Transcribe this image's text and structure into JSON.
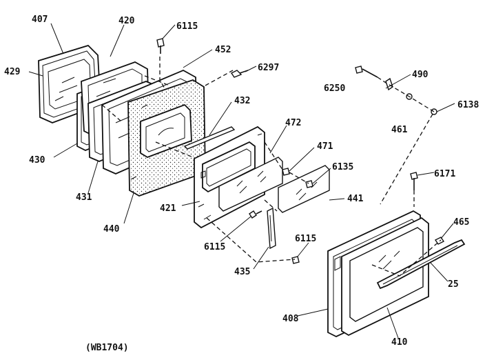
{
  "diagram": {
    "footer_code": "(WB1704)",
    "callouts": [
      {
        "id": "c407",
        "text": "407"
      },
      {
        "id": "c420",
        "text": "420"
      },
      {
        "id": "c6115a",
        "text": "6115"
      },
      {
        "id": "c452",
        "text": "452"
      },
      {
        "id": "c6297",
        "text": "6297"
      },
      {
        "id": "c429",
        "text": "429"
      },
      {
        "id": "c432",
        "text": "432"
      },
      {
        "id": "c472",
        "text": "472"
      },
      {
        "id": "c471",
        "text": "471"
      },
      {
        "id": "c6135",
        "text": "6135"
      },
      {
        "id": "c441",
        "text": "441"
      },
      {
        "id": "c430",
        "text": "430"
      },
      {
        "id": "c431",
        "text": "431"
      },
      {
        "id": "c440",
        "text": "440"
      },
      {
        "id": "c421",
        "text": "421"
      },
      {
        "id": "c6115b",
        "text": "6115"
      },
      {
        "id": "c6115c",
        "text": "6115"
      },
      {
        "id": "c435",
        "text": "435"
      },
      {
        "id": "c6250",
        "text": "6250"
      },
      {
        "id": "c490",
        "text": "490"
      },
      {
        "id": "c6138",
        "text": "6138"
      },
      {
        "id": "c461",
        "text": "461"
      },
      {
        "id": "c6171",
        "text": "6171"
      },
      {
        "id": "c465",
        "text": "465"
      },
      {
        "id": "c25",
        "text": "25"
      },
      {
        "id": "c408",
        "text": "408"
      },
      {
        "id": "c410",
        "text": "410"
      }
    ]
  }
}
